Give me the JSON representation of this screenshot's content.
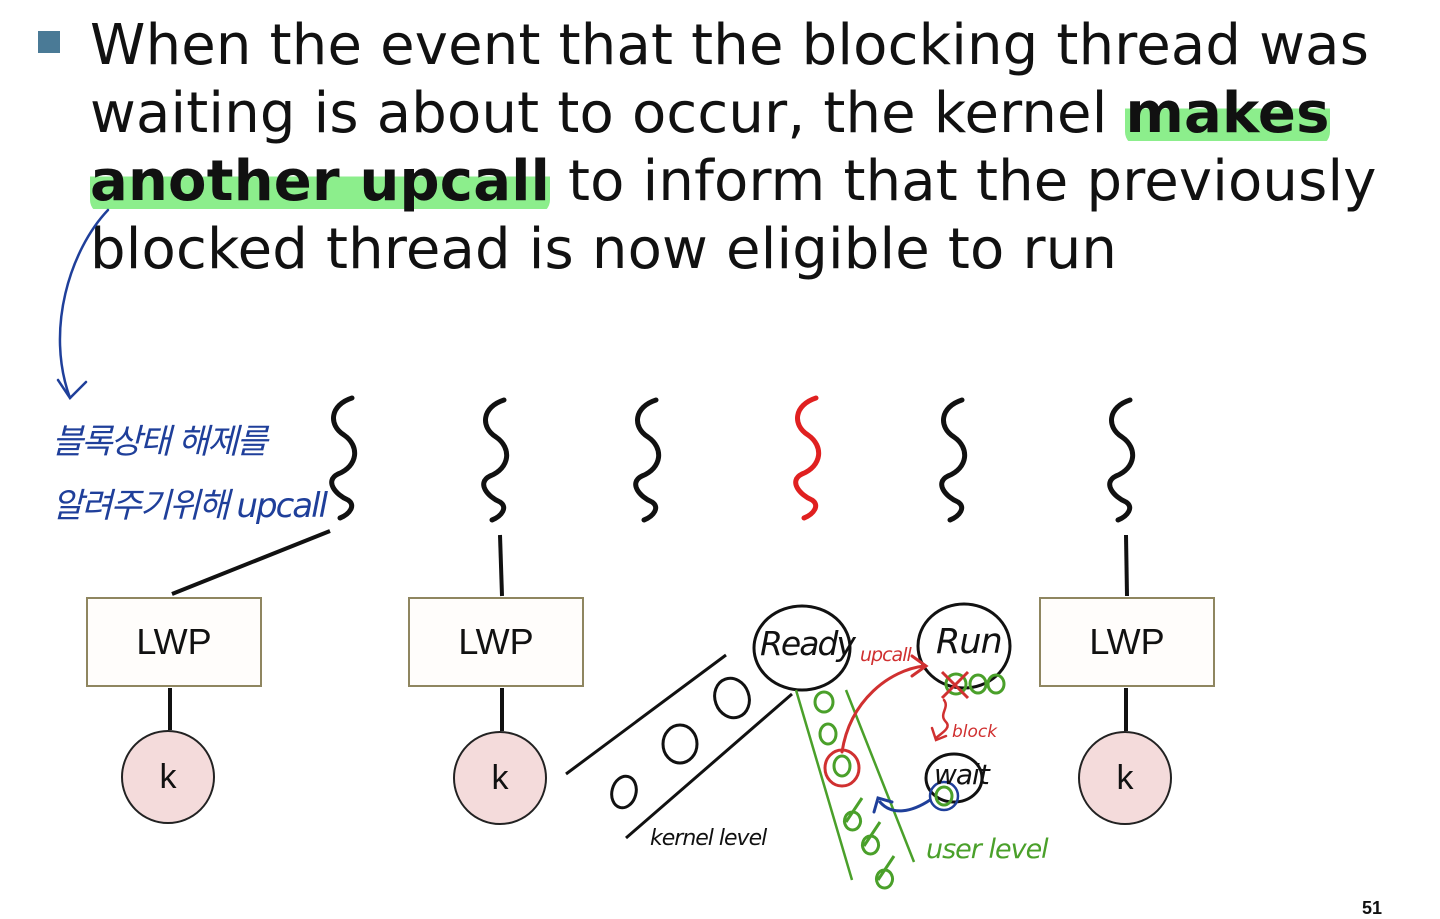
{
  "bullet": {
    "part1": "When the event that the blocking thread was waiting is about to occur, the kernel ",
    "bold1": "makes",
    "bold2": "another upcall",
    "part2": " to inform that the previously blocked thread is now eligible to run"
  },
  "annotation_ko": {
    "line1": "블록상태 해제를",
    "line2": "알려주기위해 upcall"
  },
  "diagram": {
    "lwp_label": "LWP",
    "kernel_label": "k",
    "states": {
      "ready": "Ready",
      "run": "Run",
      "wait": "wait"
    },
    "handwritten": {
      "upcall": "upcall",
      "block": "block",
      "kernel_level": "kernel level",
      "user_level": "user level"
    }
  },
  "colors": {
    "highlight": "#78eb78",
    "bullet_marker": "#4a7a96",
    "annotation_blue": "#1f3f9a",
    "thread_red": "#e02020",
    "user_green": "#4aa02a",
    "upcall_red": "#d03030"
  },
  "page_number": "51"
}
